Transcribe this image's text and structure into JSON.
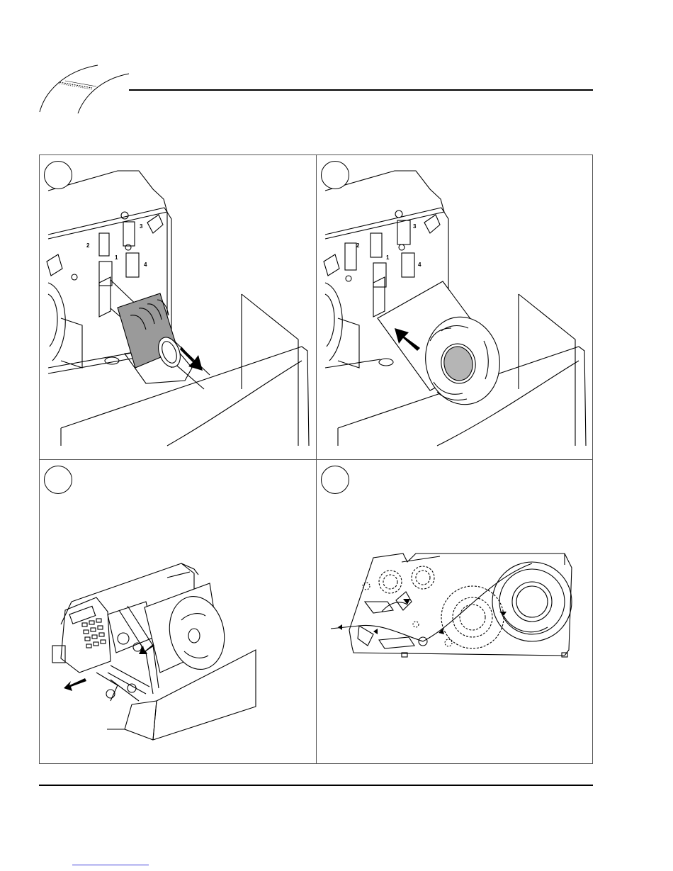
{
  "figures": [
    {
      "id": "step-1",
      "slot_labels": [
        "2",
        "1",
        "3",
        "4"
      ]
    },
    {
      "id": "step-2",
      "slot_labels": [
        "2",
        "1",
        "3",
        "4"
      ]
    },
    {
      "id": "step-3"
    },
    {
      "id": "step-4"
    }
  ]
}
